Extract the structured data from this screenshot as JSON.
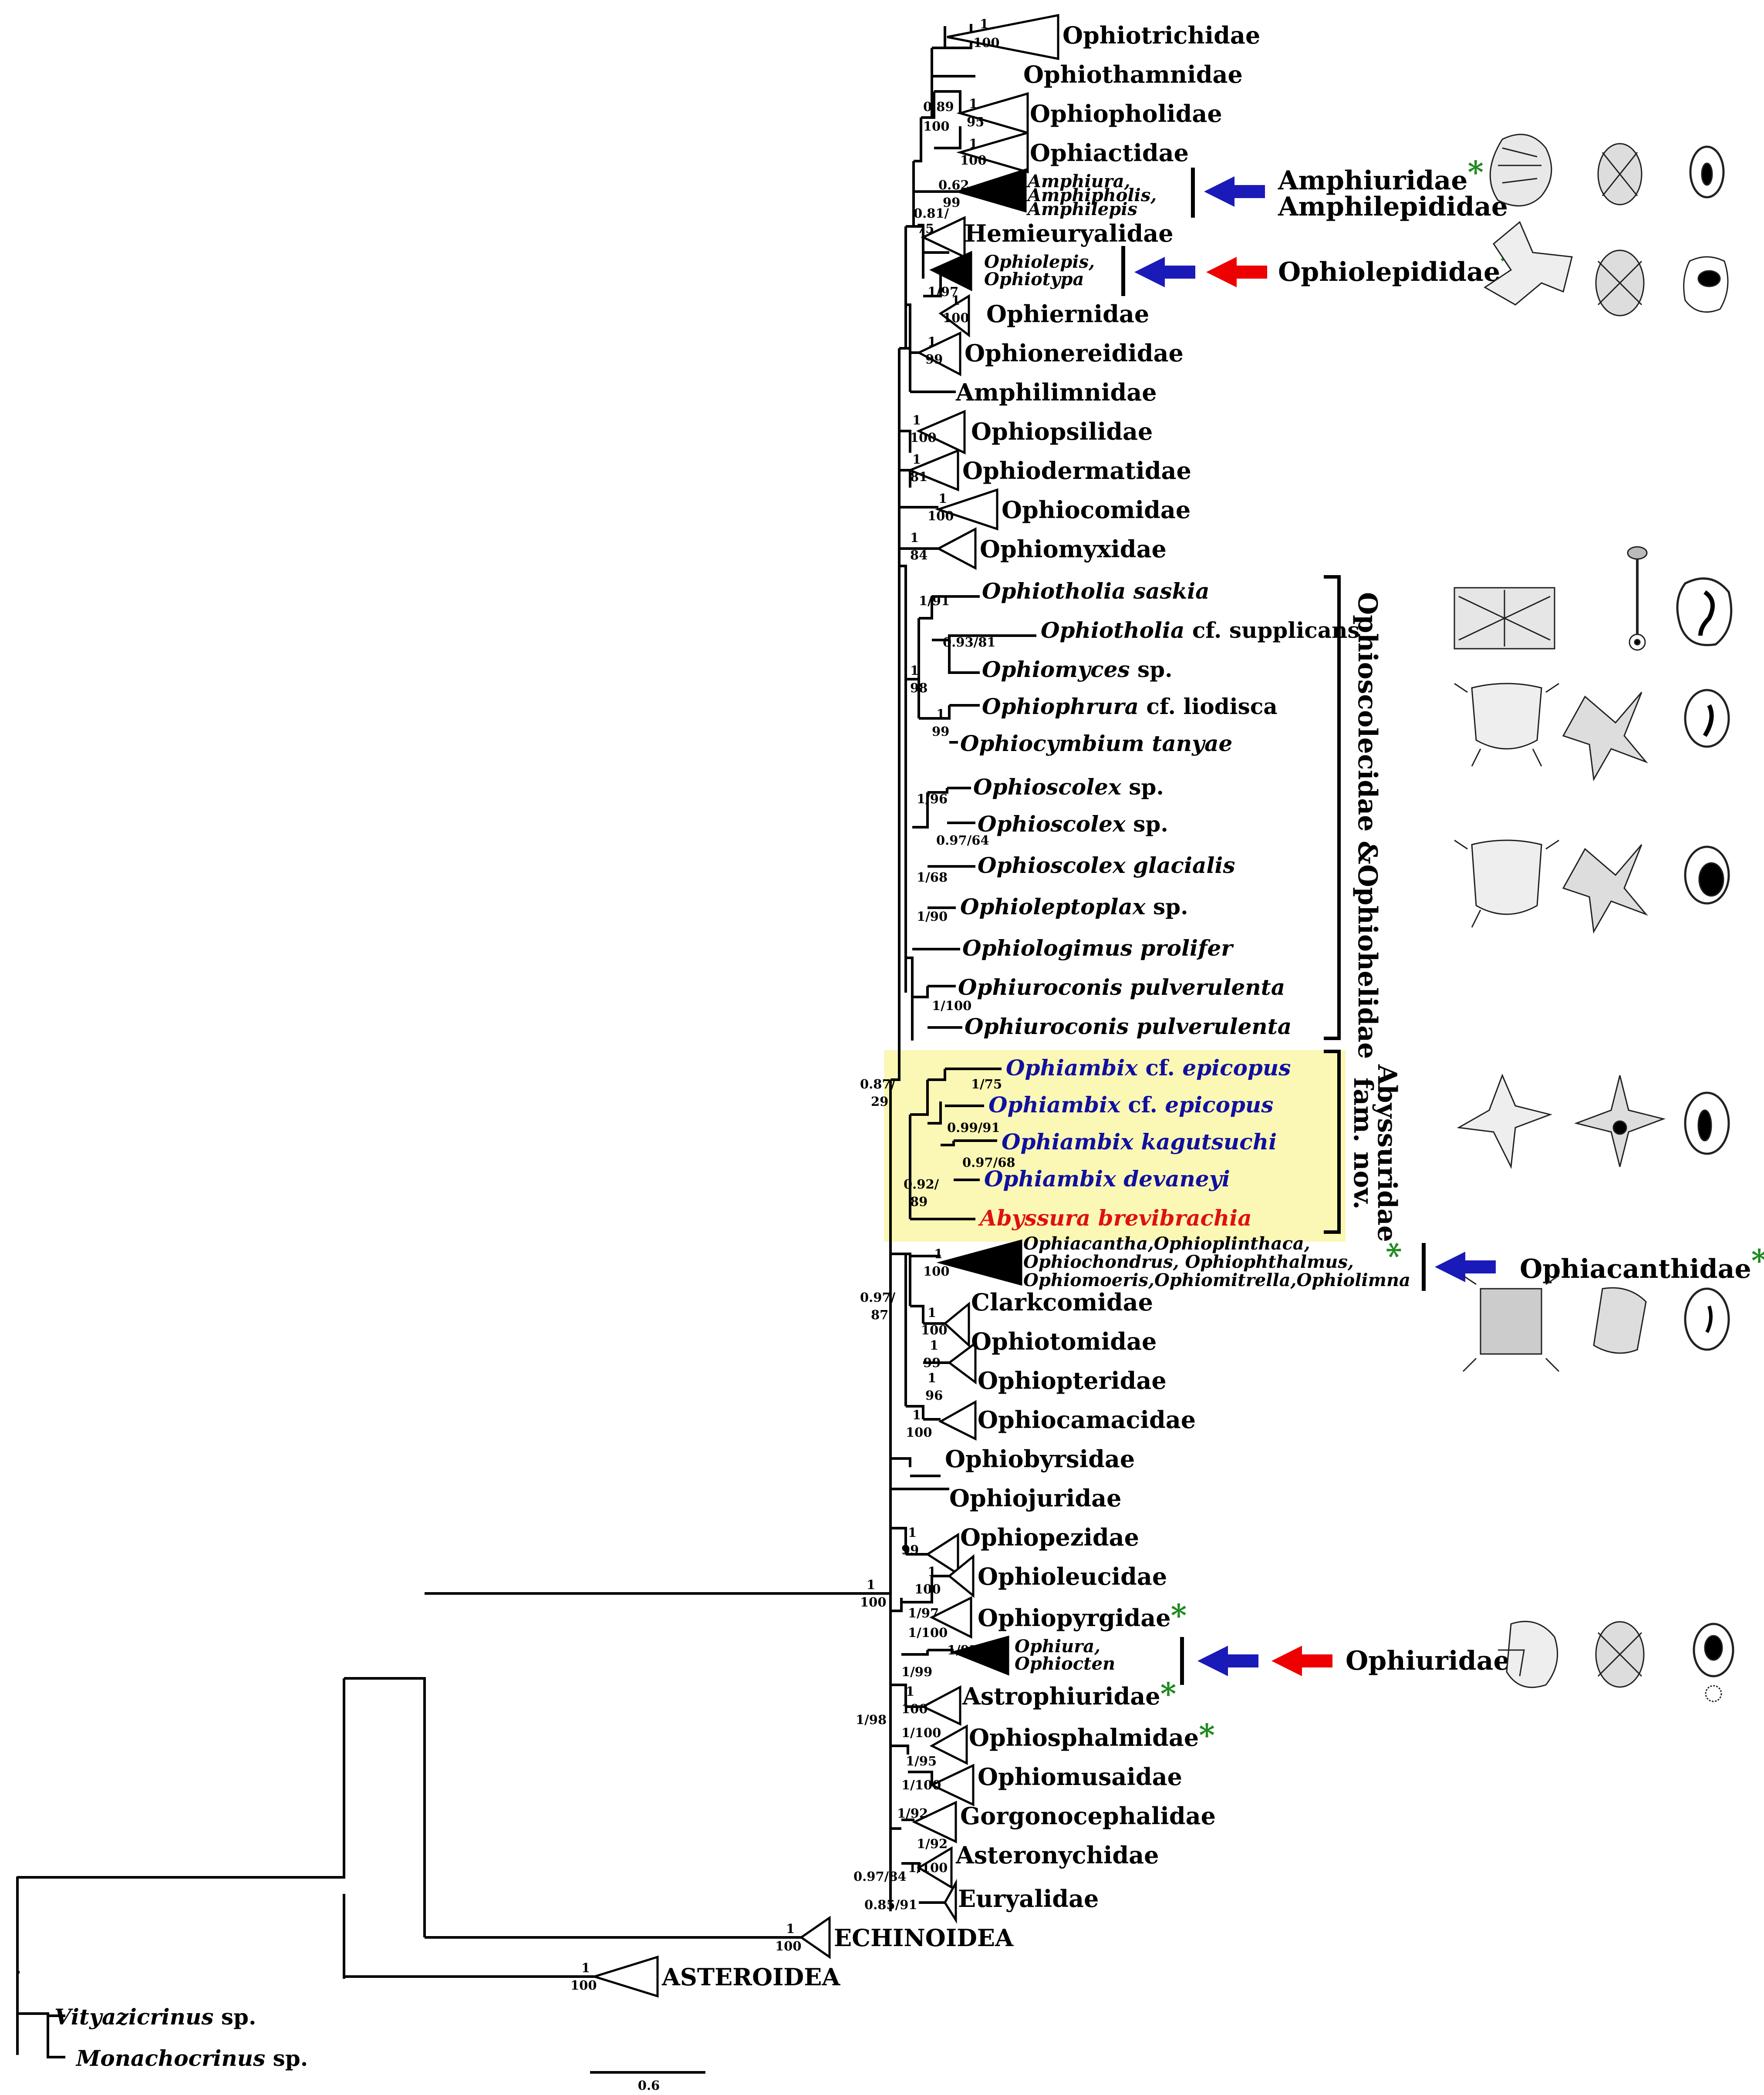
{
  "taxa": {
    "ophiotrichidae": "Ophiotrichidae",
    "ophiothamnidae": "Ophiothamnidae",
    "ophiopholidae": "Ophiopholidae",
    "ophiactidae": "Ophiactidae",
    "amphiura": "Amphiura,",
    "amphipholis": "Amphipholis,",
    "amphilepis": "Amphilepis",
    "hemieuryalidae": "Hemieuryalidae",
    "ophiolepis": "Ophiolepis,",
    "ophiotypa": "Ophiotypa",
    "ophiernidae": "Ophiernidae",
    "ophionereididae": "Ophionereididae",
    "amphilimnidae": "Amphilimnidae",
    "ophiopsilidae": "Ophiopsilidae",
    "ophiodermatidae": "Ophiodermatidae",
    "ophiocomidae": "Ophiocomidae",
    "ophiomyxidae": "Ophiomyxidae",
    "ophiotholia_saskia": "Ophiotholia saskia",
    "ophiotholia_supp_a": "Ophiotholia",
    "ophiotholia_supp_b": "cf. supplicans",
    "ophiomyces_a": "Ophiomyces",
    "ophiomyces_b": "sp.",
    "ophiophrura_a": "Ophiophrura",
    "ophiophrura_b": "cf. liodisca",
    "ophiocymbium": "Ophiocymbium tanyae",
    "ophioscolex1_a": "Ophioscolex",
    "ophioscolex1_b": "sp.",
    "ophioscolex2_a": "Ophioscolex",
    "ophioscolex2_b": "sp.",
    "ophioscolex_glacialis": "Ophioscolex glacialis",
    "ophioleptoplax_a": "Ophioleptoplax",
    "ophioleptoplax_b": "sp.",
    "ophiologimus": "Ophiologimus prolifer",
    "ophiuroconis1": "Ophiuroconis  pulverulenta",
    "ophiuroconis2": "Ophiuroconis  pulverulenta",
    "ophiambix_epi1_a": "Ophiambix",
    "ophiambix_epi1_b": "cf.",
    "ophiambix_epi1_c": "epicopus",
    "ophiambix_epi2_a": "Ophiambix",
    "ophiambix_epi2_b": "cf.",
    "ophiambix_epi2_c": "epicopus",
    "ophiambix_kagutsuchi": "Ophiambix kagutsuchi",
    "ophiambix_devaneyi": "Ophiambix devaneyi",
    "abyssura": "Abyssura brevibrachia",
    "ophiacantha_1": "Ophiacantha,Ophioplinthaca,",
    "ophiacantha_2": "Ophiochondrus, Ophiophthalmus,",
    "ophiacantha_3": "Ophiomoeris,Ophiomitrella,Ophiolimna",
    "clarkcomidae": "Clarkcomidae",
    "ophiotomidae": "Ophiotomidae",
    "ophiopteridae": "Ophiopteridae",
    "ophiocamacidae": "Ophiocamacidae",
    "ophiobyrsidae": "Ophiobyrsidae",
    "ophiojuridae": "Ophiojuridae",
    "ophiopezidae": "Ophiopezidae",
    "ophioleucidae": "Ophioleucidae",
    "ophiopyrgidae": "Ophiopyrgidae",
    "ophiura": "Ophiura,",
    "ophiocten": "Ophiocten",
    "astrophiuridae": "Astrophiuridae",
    "ophiosphalmidae": "Ophiosphalmidae",
    "ophiomusaidae": "Ophiomusaidae",
    "gorgonocephalidae": "Gorgonocephalidae",
    "asteronychidae": "Asteronychidae",
    "euryalidae": "Euryalidae",
    "echinoidea": "ECHINOIDEA",
    "asteroidea": "ASTEROIDEA",
    "vityazicrinus_a": "Vityazicrinus",
    "vityazicrinus_b": "sp.",
    "monachocrinus_a": "Monachocrinus",
    "monachocrinus_b": "sp."
  },
  "groups": {
    "amphiuridae_1": "Amphiuridae",
    "amphiuridae_amp": "&",
    "amphiuridae_2": "Amphilepididae",
    "ophiolepididae": "Ophiolepididae",
    "ophioscolecidae": "Ophioscolecidae &Ophiohelidae",
    "abyssuridae_1": "Abyssuridae",
    "abyssuridae_2": "fam. nov.",
    "ophiacanthidae": "Ophiacanthidae",
    "ophiuridae": "Ophiuridae",
    "asterisk": "*"
  },
  "support": {
    "s_trich_a": "1",
    "s_trich_b": "100",
    "s_phol_a": "1",
    "s_phol_b": "95",
    "s_089": "0.89",
    "s_100a": "100",
    "s_act_a": "1",
    "s_act_b": "100",
    "s_062": "0.62",
    "s_99a": "99",
    "s_081": "0.81/",
    "s_75": "75",
    "s_197a": "1/97",
    "s_ern_a": "1",
    "s_ern_b": "100",
    "s_ner_a": "1",
    "s_ner_b": "99",
    "s_psi_a": "1",
    "s_psi_b": "100",
    "s_der_a": "1",
    "s_der_b": "81",
    "s_com_a": "1",
    "s_com_b": "100",
    "s_myx_a": "1",
    "s_myx_b": "84",
    "s_191": "1/91",
    "s_093": "0.93/81",
    "s_scol_a": "1",
    "s_scol_b": "98",
    "s_phr_a": "1",
    "s_phr_b": "99",
    "s_196": "1/96",
    "s_097_64": "0.97/64",
    "s_168": "1/68",
    "s_190": "1/90",
    "s_1100a": "1/100",
    "s_087": "0.87/",
    "s_29": "29",
    "s_175": "1/75",
    "s_099_91": "0.99/91",
    "s_097_68": "0.97/68",
    "s_092": "0.92/",
    "s_89": "89",
    "s_097_87a": "0.97/",
    "s_097_87b": "87",
    "s_acan_a": "1",
    "s_acan_b": "100",
    "s_clark_a": "1",
    "s_clark_b": "100",
    "s_tom_a": "1",
    "s_tom_b": "99",
    "s_pter_a": "1",
    "s_pter_b": "96",
    "s_cama_a": "1",
    "s_cama_b": "100",
    "s_pez_a": "1",
    "s_pez_b": "99",
    "s_leu_a": "1",
    "s_leu_b": "100",
    "s_root_a": "1",
    "s_root_b": "100",
    "s_197b": "1/97",
    "s_1100b": "1/100",
    "s_197c": "1/97",
    "s_199": "1/99",
    "s_astro_a": "1",
    "s_astro_b": "100",
    "s_1100c": "1/100",
    "s_198": "1/98",
    "s_195": "1/95",
    "s_1100d": "1/100",
    "s_192a": "1/92",
    "s_192b": "1/92",
    "s_1100e": "1/100",
    "s_097_84": "0.97/84",
    "s_085_91": "0.85/91",
    "s_echi_a": "1",
    "s_echi_b": "100",
    "s_aster_a": "1",
    "s_aster_b": "100"
  },
  "scale": {
    "label": "0.6"
  },
  "colors": {
    "highlight": "#fbf7b4",
    "ophiambix": "#1010a0",
    "abyssura": "#e01010",
    "blue_arrow": "#1a1ab8",
    "red_arrow": "#ee0000",
    "asterisk": "#1f8a1f"
  },
  "icons": [
    "blue-arrow-icon",
    "red-arrow-icon",
    "illustration-icon"
  ]
}
